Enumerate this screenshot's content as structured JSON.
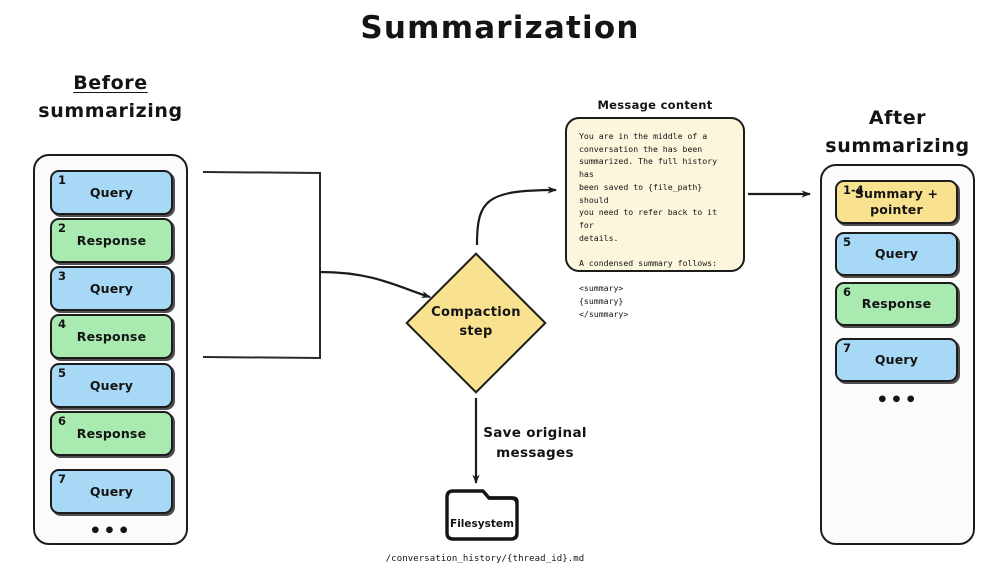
{
  "title": "Summarization",
  "colors": {
    "query": "#a7d8f5",
    "response": "#a9eab0",
    "summary": "#f8e28f",
    "decision": "#f8e28f",
    "note_card": "#fbf6dc",
    "stroke": "#1c1c1c",
    "background": "#ffffff"
  },
  "before": {
    "heading_line1": "Before",
    "heading_line2": "summarizing",
    "messages": [
      {
        "num": "1",
        "label": "Query",
        "kind": "query"
      },
      {
        "num": "2",
        "label": "Response",
        "kind": "response"
      },
      {
        "num": "3",
        "label": "Query",
        "kind": "query"
      },
      {
        "num": "4",
        "label": "Response",
        "kind": "response"
      },
      {
        "num": "5",
        "label": "Query",
        "kind": "query"
      },
      {
        "num": "6",
        "label": "Response",
        "kind": "response"
      },
      {
        "num": "7",
        "label": "Query",
        "kind": "query"
      }
    ],
    "ellipsis": "•••"
  },
  "after": {
    "heading_line1": "After",
    "heading_line2": "summarizing",
    "messages": [
      {
        "num": "1-4",
        "label": "Summary +\npointer",
        "kind": "summary"
      },
      {
        "num": "5",
        "label": "Query",
        "kind": "query"
      },
      {
        "num": "6",
        "label": "Response",
        "kind": "response"
      },
      {
        "num": "7",
        "label": "Query",
        "kind": "query"
      }
    ],
    "ellipsis": "•••"
  },
  "compaction": {
    "label_line1": "Compaction",
    "label_line2": "step"
  },
  "message_content": {
    "label": "Message content",
    "body": "You are in the middle of a\nconversation the has been\nsummarized. The full history has\nbeen saved to {file_path} should\nyou need to refer back to it for\ndetails.\n\nA condensed summary follows:\n\n<summary>\n{summary}\n</summary>"
  },
  "save": {
    "label_line1": "Save original",
    "label_line2": "messages"
  },
  "filesystem": {
    "label": "Filesystem",
    "path": "/conversation_history/{thread_id}.md"
  }
}
